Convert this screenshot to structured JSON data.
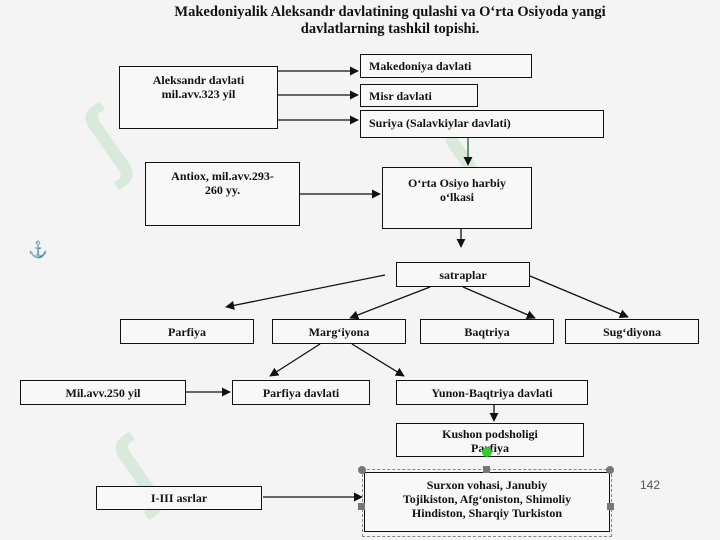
{
  "title": {
    "line1": "Makedoniyalik Aleksandr davlatining qulashi va O‘rta Osiyoda yangi",
    "line2": "davlatlarning tashkil topishi."
  },
  "nodes": {
    "aleksandr": [
      "Aleksandr davlati",
      "mil.avv.323 yil"
    ],
    "makedoniya": [
      "Makedoniya davlati"
    ],
    "misr": [
      "Misr davlati"
    ],
    "suriya": [
      "Suriya (Salavkiylar davlati)"
    ],
    "antiox": [
      "Antiox, mil.avv.293-",
      "260 yy."
    ],
    "orta_osiyo": [
      "O‘rta Osiyo harbiy",
      "o‘lkasi"
    ],
    "satraplar": [
      "satraplar"
    ],
    "parfiya": [
      "Parfiya"
    ],
    "margiyona": [
      "Marg‘iyona"
    ],
    "baqtriya": [
      "Baqtriya"
    ],
    "sugdiyona": [
      "Sug‘diyona"
    ],
    "mil_250": [
      "Mil.avv.250 yil"
    ],
    "parfiya_davlati": [
      "Parfiya davlati"
    ],
    "yunon_baqtriya": [
      "Yunon-Baqtriya davlati"
    ],
    "kushon": [
      "Kushon podsholigi",
      "Parfiya"
    ],
    "i_iii": [
      "I-III asrlar"
    ],
    "surxon": [
      "Surxon vohasi, Janubiy",
      "Tojikiston, Afg‘oniston, Shimoliy",
      "Hindiston, Sharqiy Turkiston"
    ]
  },
  "page_number": "142",
  "icons": {
    "anchor": "anchor-icon"
  },
  "colors": {
    "box_border": "#111111",
    "watermark": "#b9dcc0",
    "rotate_handle": "#33cc33"
  }
}
